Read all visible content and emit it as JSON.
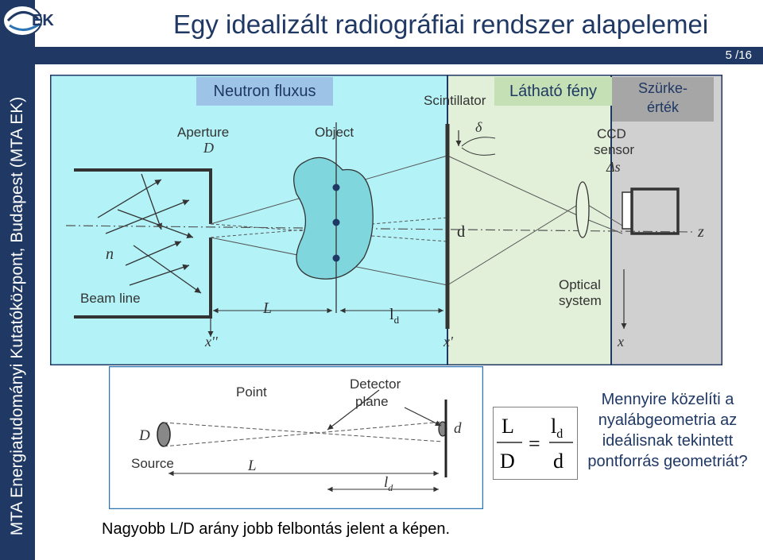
{
  "header": {
    "title": "Egy idealizált radiográfiai rendszer alapelemei",
    "page_number": "5 /16",
    "logo_text": "EK"
  },
  "sidebar": {
    "vertical_text": "MTA Energiatudományi Kutatóközpont, Budapest (MTA EK)"
  },
  "top_figure": {
    "overlay_labels": {
      "neutron_flux": "Neutron fluxus",
      "visible_light": "Látható fény",
      "grey_value_line1": "Szürke-",
      "grey_value_line2": "érték"
    },
    "labels": {
      "scintillator": "Scintillator",
      "aperture": "Aperture",
      "aperture_symbol": "D",
      "object": "Object",
      "delta": "δ",
      "ccd_sensor_line1": "CCD",
      "ccd_sensor_line2": "sensor",
      "delta_s": "Δs",
      "d": "d",
      "z": "z",
      "n": "n",
      "beam_line": "Beam line",
      "optical_system_line1": "Optical",
      "optical_system_line2": "system",
      "L": "L",
      "ld_main": "l",
      "ld_sub": "d",
      "x_double_prime": "x''",
      "x_prime": "x'",
      "x": "x"
    }
  },
  "bottom_figure": {
    "labels": {
      "point": "Point",
      "detector_line1": "Detector",
      "detector_line2": "plane",
      "D": "D",
      "source": "Source",
      "L": "L",
      "d": "d",
      "ld_main": "l",
      "ld_sub": "d"
    }
  },
  "formula": {
    "L": "L",
    "D": "D",
    "equals": "=",
    "ld_main": "l",
    "ld_sub": "d",
    "d": "d"
  },
  "question": "Mennyire közelíti a nyalábgeometria az ideálisnak tekintett pontforrás geometriát?",
  "caption": "Nagyobb L/D arány jobb felbontás jelent a képen.",
  "colors": {
    "navy": "#1f3864",
    "cyan_region": "#b3f3f8",
    "green_region": "#e2f0d9",
    "grey_region": "#d0d0d0",
    "neutron_box": "#9dc3e6",
    "light_box": "#c5e0b4",
    "grey_box": "#a6a6a6"
  }
}
